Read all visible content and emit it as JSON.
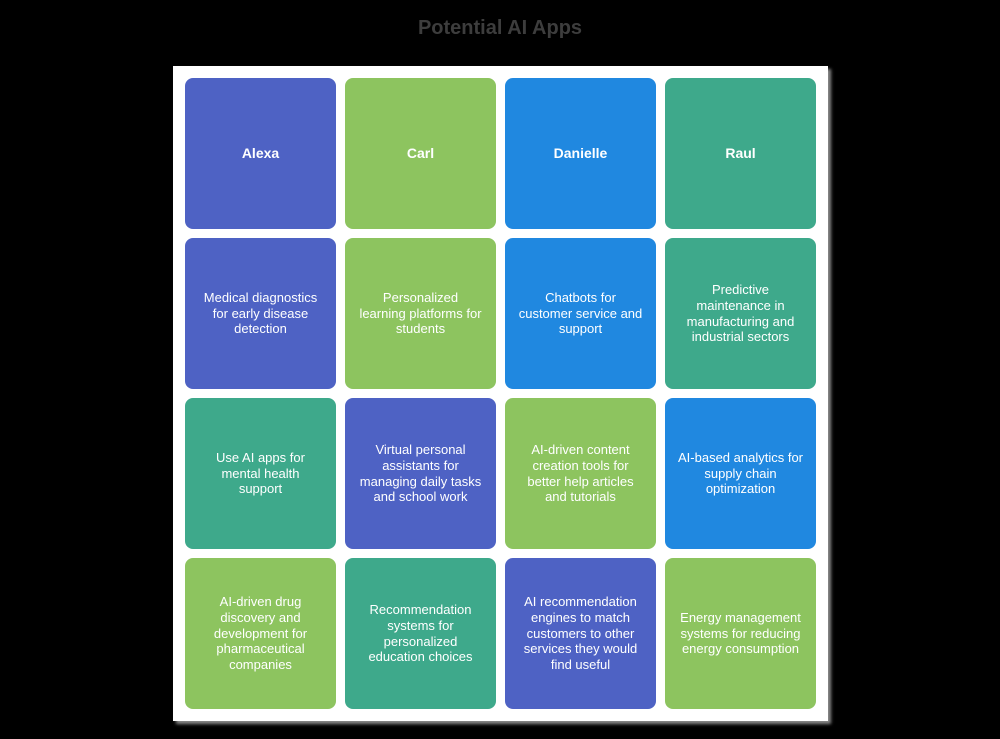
{
  "title": "Potential AI Apps",
  "palette": {
    "background": "#000000",
    "panel": "#ffffff",
    "title_text": "#3d3d3d",
    "tile_text": "#ffffff",
    "slate_blue": "#4e62c4",
    "green": "#8dc45f",
    "blue": "#2088e0",
    "teal": "#3ea98b"
  },
  "chart_data": {
    "type": "table",
    "title": "Potential AI Apps",
    "legend_position": "none",
    "grid": "4x4 tiles on white panel, black page background",
    "columns": [
      {
        "label": "Alexa",
        "color": "#4e62c4"
      },
      {
        "label": "Carl",
        "color": "#8dc45f"
      },
      {
        "label": "Danielle",
        "color": "#2088e0"
      },
      {
        "label": "Raul",
        "color": "#3ea98b"
      }
    ],
    "rows": [
      {
        "cells": [
          {
            "text": "Medical diagnostics for early disease detection",
            "color": "#4e62c4"
          },
          {
            "text": "Personalized learning platforms for students",
            "color": "#8dc45f"
          },
          {
            "text": "Chatbots for customer service and support",
            "color": "#2088e0"
          },
          {
            "text": "Predictive maintenance in manufacturing and industrial sectors",
            "color": "#3ea98b"
          }
        ]
      },
      {
        "cells": [
          {
            "text": "Use AI apps for mental health support",
            "color": "#3ea98b"
          },
          {
            "text": "Virtual personal assistants for managing daily tasks and school work",
            "color": "#4e62c4"
          },
          {
            "text": "AI-driven content creation tools for better help articles and tutorials",
            "color": "#8dc45f"
          },
          {
            "text": "AI-based analytics for supply chain optimization",
            "color": "#2088e0"
          }
        ]
      },
      {
        "cells": [
          {
            "text": "AI-driven drug discovery and development for pharmaceutical companies",
            "color": "#8dc45f"
          },
          {
            "text": "Recommendation systems for personalized education choices",
            "color": "#3ea98b"
          },
          {
            "text": "AI recommendation engines to match customers to other services they would find useful",
            "color": "#4e62c4"
          },
          {
            "text": "Energy management systems for reducing energy consumption",
            "color": "#8dc45f"
          }
        ]
      }
    ]
  }
}
